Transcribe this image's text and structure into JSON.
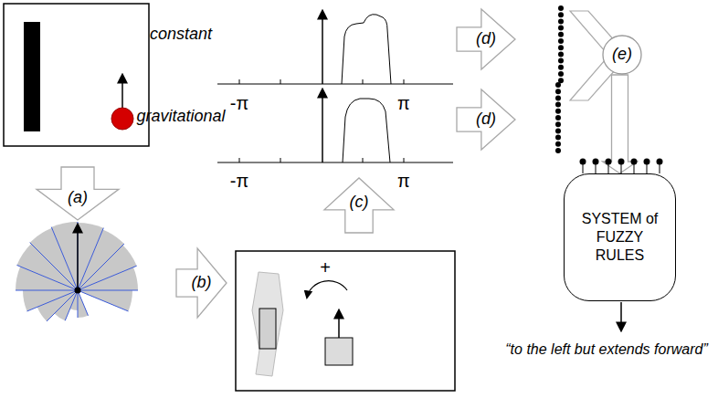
{
  "diagram": {
    "nodes": [
      {
        "text": [
          "(a)"
        ]
      },
      {
        "text": [
          "(b)"
        ]
      },
      {
        "text": [
          "(c)"
        ]
      },
      {
        "text": [
          "(d)"
        ]
      },
      {
        "text": [
          "(d)"
        ]
      },
      {
        "text": [
          "(e)"
        ]
      },
      {
        "text": [
          "SYSTEM of FUZZY RULES"
        ]
      }
    ],
    "edges": [
      {
        "from": 5,
        "to": 6,
        "arrow": "to"
      }
    ],
    "labels": [
      "constant",
      "-π",
      "π",
      "gravitational",
      "-π",
      "π",
      "+",
      "“to the left but extends forward”"
    ]
  }
}
